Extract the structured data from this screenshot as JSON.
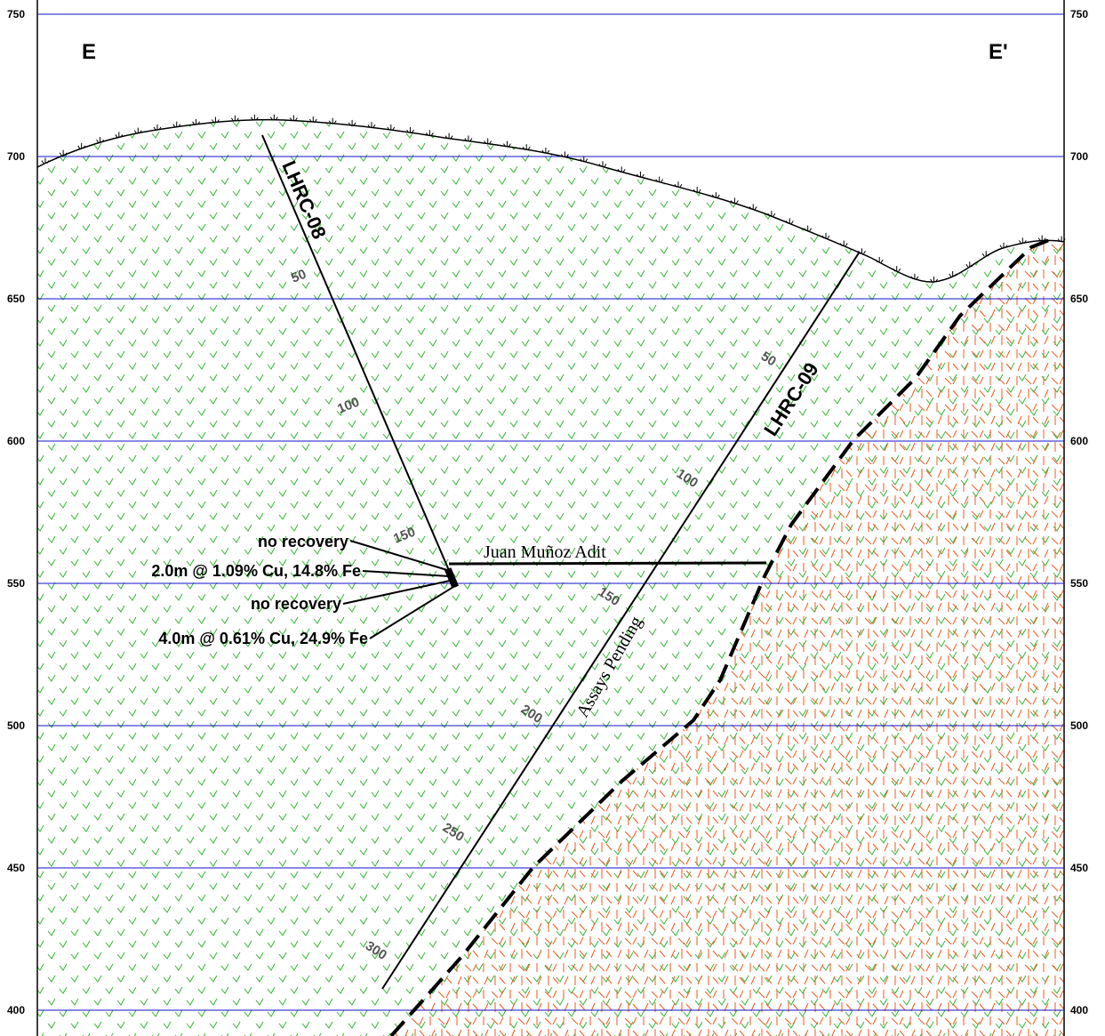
{
  "section": {
    "left_label": "E",
    "right_label": "E'",
    "elevations": [
      "750",
      "700",
      "650",
      "600",
      "550",
      "500",
      "450",
      "400"
    ]
  },
  "holes": [
    {
      "name": "LHRC-08",
      "depths": [
        "50",
        "100",
        "150"
      ]
    },
    {
      "name": "LHRC-09",
      "depths": [
        "50",
        "100",
        "150",
        "200",
        "250",
        "300"
      ]
    }
  ],
  "annotations": {
    "no_recovery_1": "no recovery",
    "interval_1": "2.0m @ 1.09% Cu, 14.8% Fe",
    "no_recovery_2": "no recovery",
    "interval_2": "4.0m @ 0.61% Cu, 24.9% Fe",
    "adit": "Juan Muñoz Adit",
    "assays_pending": "Assays Pending"
  },
  "colors": {
    "gridline": "#1010c8",
    "green_unit": "#35b335",
    "orange_unit": "#f05a1e"
  }
}
